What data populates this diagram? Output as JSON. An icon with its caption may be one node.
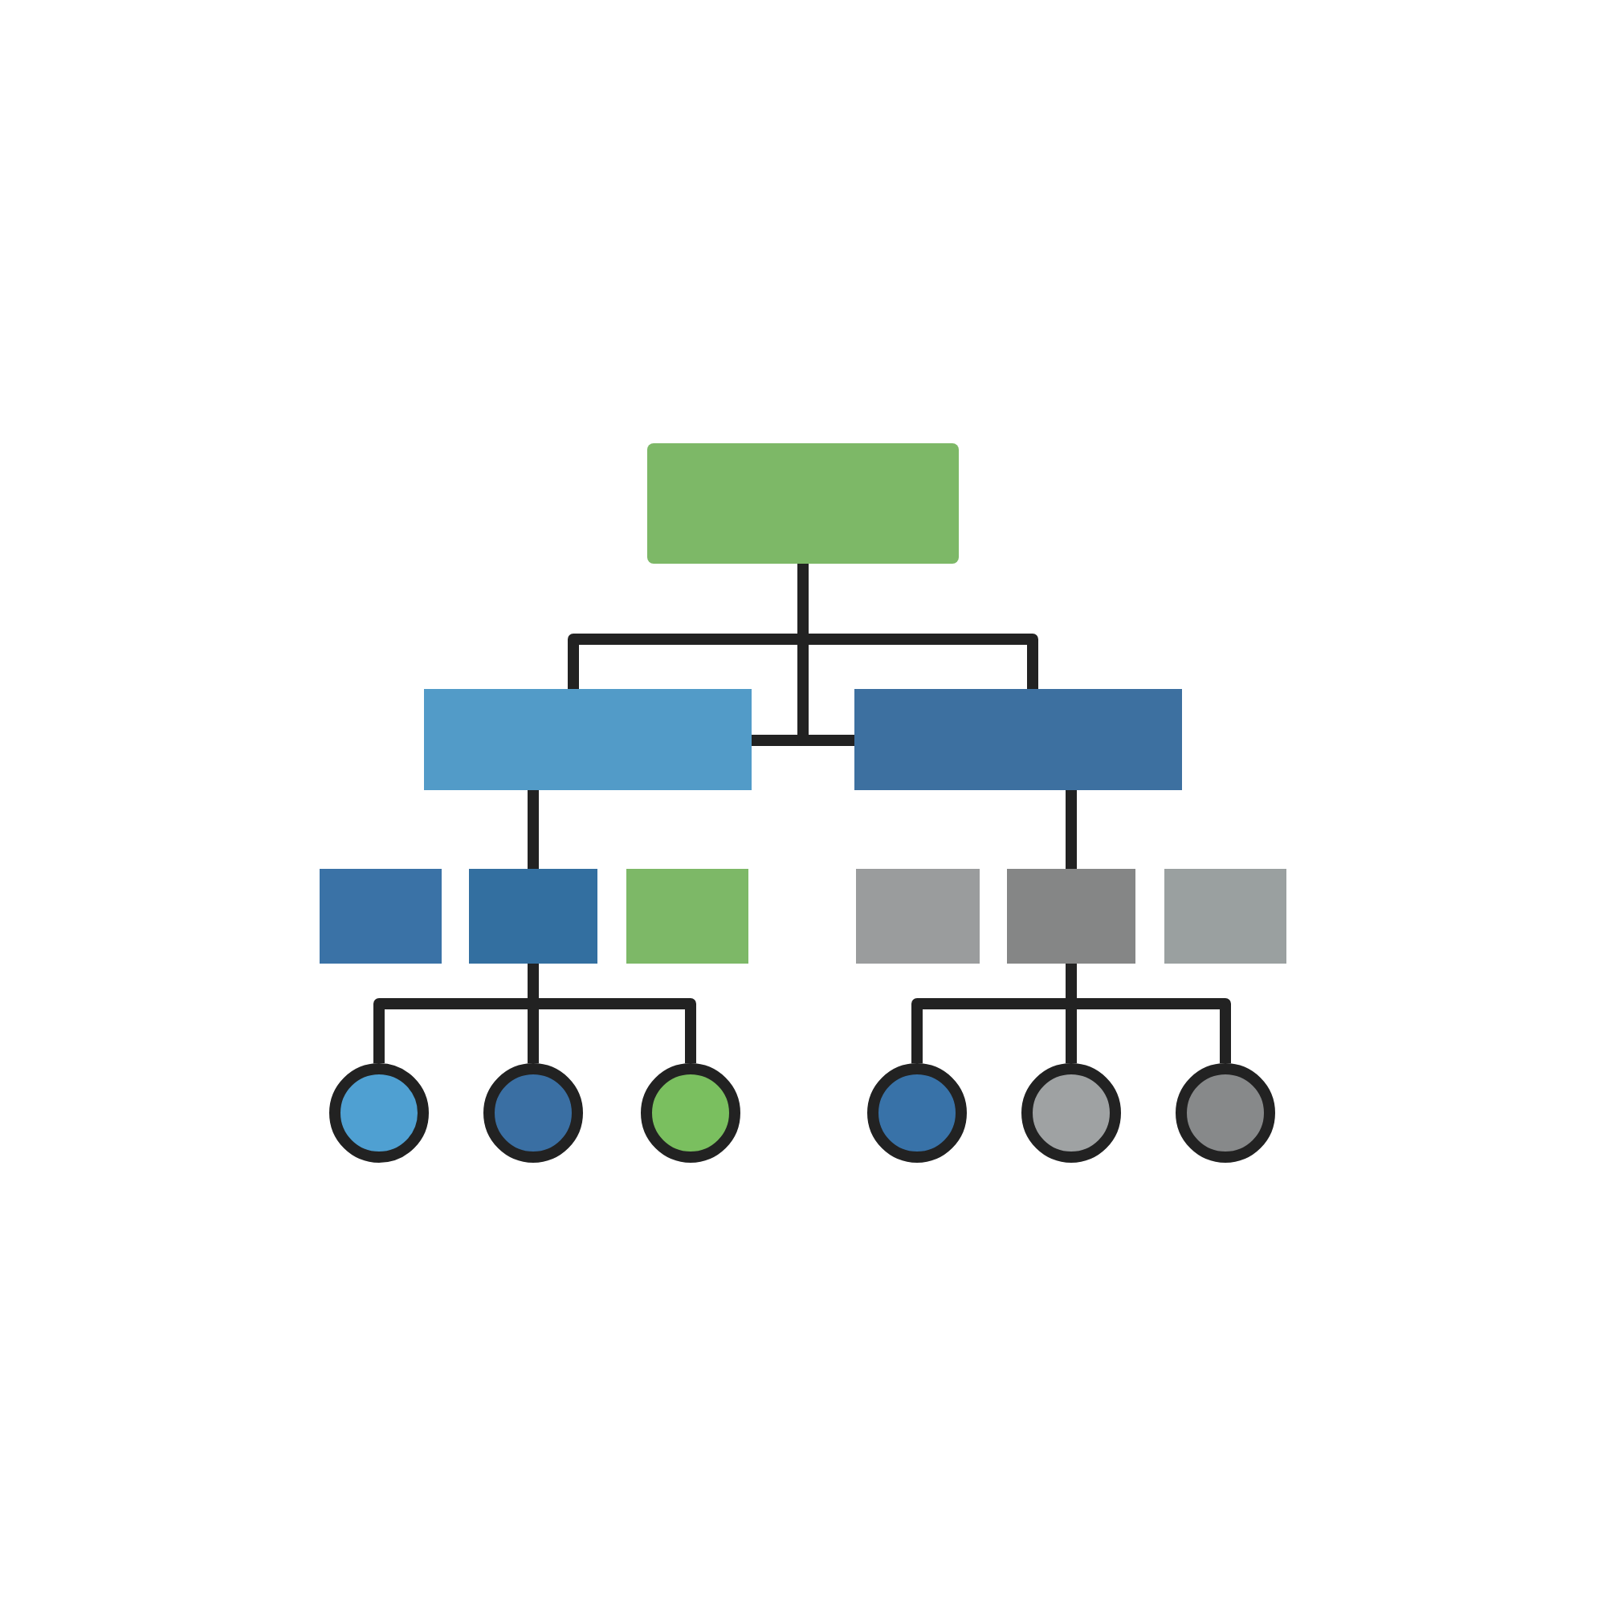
{
  "diagram": {
    "nodes": [
      {
        "text": [],
        "shape": "box"
      },
      {
        "text": [],
        "shape": "box"
      },
      {
        "text": [],
        "shape": "box"
      },
      {
        "text": [],
        "shape": "box"
      },
      {
        "text": [],
        "shape": "box"
      },
      {
        "text": [],
        "shape": "box"
      },
      {
        "text": [],
        "shape": "box"
      },
      {
        "text": [],
        "shape": "box"
      },
      {
        "text": [],
        "shape": "box"
      },
      {
        "text": [],
        "shape": "circle"
      },
      {
        "text": [],
        "shape": "circle"
      },
      {
        "text": [],
        "shape": "circle"
      },
      {
        "text": [],
        "shape": "circle"
      },
      {
        "text": [],
        "shape": "circle"
      },
      {
        "text": [],
        "shape": "circle"
      }
    ],
    "edges": [
      {
        "from": 0,
        "to": 1,
        "arrow": "none"
      },
      {
        "from": 0,
        "to": 2,
        "arrow": "none"
      },
      {
        "from": 1,
        "to": 4,
        "arrow": "none"
      },
      {
        "from": 2,
        "to": 7,
        "arrow": "none"
      },
      {
        "from": 4,
        "to": 9,
        "arrow": "none"
      },
      {
        "from": 4,
        "to": 10,
        "arrow": "none"
      },
      {
        "from": 4,
        "to": 11,
        "arrow": "none"
      },
      {
        "from": 7,
        "to": 12,
        "arrow": "none"
      },
      {
        "from": 7,
        "to": 13,
        "arrow": "none"
      },
      {
        "from": 7,
        "to": 14,
        "arrow": "none"
      }
    ]
  }
}
